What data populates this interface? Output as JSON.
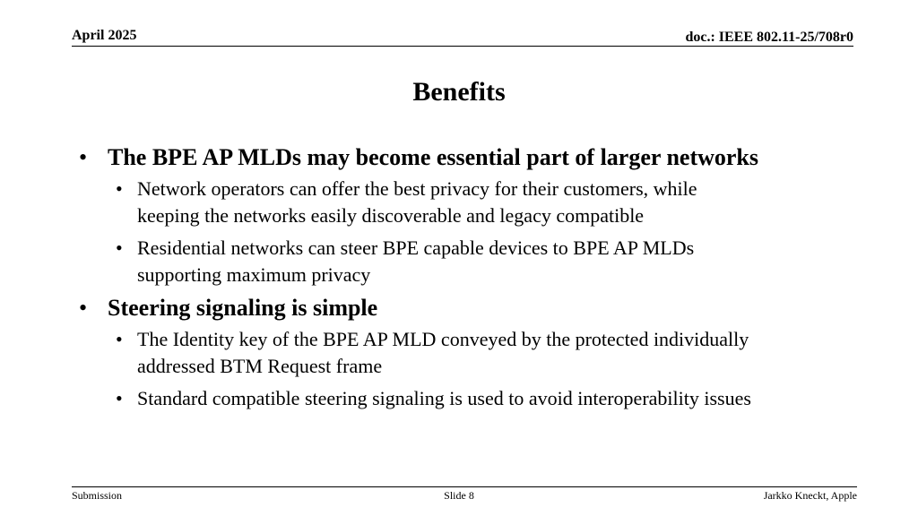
{
  "header": {
    "date": "April 2025",
    "doc": "doc.: IEEE 802.11-25/708r0"
  },
  "slide": {
    "title": "Benefits",
    "bullets": [
      {
        "text": "The BPE AP MLDs may become essential part of larger networks",
        "sub": [
          {
            "lines": [
              "Network operators can offer the best privacy for their customers, while",
              "keeping the networks easily discoverable and legacy compatible"
            ]
          },
          {
            "lines": [
              "Residential networks can steer BPE capable devices to BPE AP MLDs",
              "supporting maximum privacy"
            ]
          }
        ]
      },
      {
        "text": "Steering signaling is simple",
        "sub": [
          {
            "lines": [
              "The Identity key of the BPE AP MLD conveyed by the protected individually",
              "addressed BTM Request frame"
            ]
          },
          {
            "lines": [
              "Standard compatible steering signaling is used to avoid interoperability issues"
            ]
          }
        ]
      }
    ],
    "bullet_glyph": "•"
  },
  "footer": {
    "left": "Submission",
    "center": "Slide 8",
    "right": "Jarkko Kneckt, Apple"
  }
}
